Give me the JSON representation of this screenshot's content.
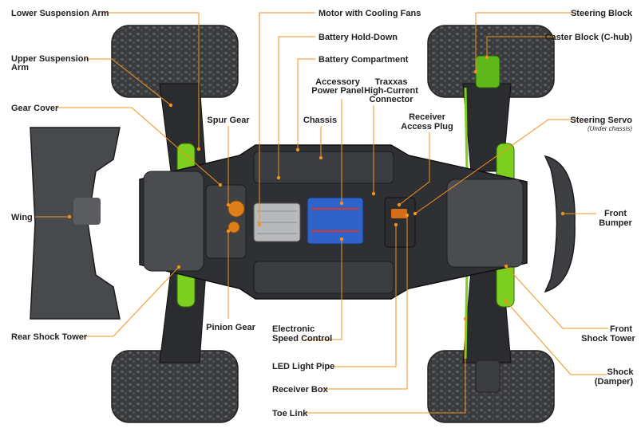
{
  "colors": {
    "leader": "#f0931e",
    "label_text": "#231f20",
    "body": "#2e3033",
    "tire": "#3a3b3d",
    "accent_green": "#7ccf1e",
    "battery_blue": "#2f63c9"
  },
  "labels": {
    "lower_suspension_arm": "Lower Suspension Arm",
    "upper_suspension_arm_1": "Upper Suspension",
    "upper_suspension_arm_2": "Arm",
    "gear_cover": "Gear Cover",
    "wing": "Wing",
    "rear_shock_tower": "Rear Shock Tower",
    "spur_gear": "Spur Gear",
    "pinion_gear": "Pinion Gear",
    "motor_with_cooling_fans": "Motor with Cooling Fans",
    "battery_hold_down": "Battery Hold-Down",
    "battery_compartment": "Battery Compartment",
    "accessory_power_panel_1": "Accessory",
    "accessory_power_panel_2": "Power Panel",
    "traxxas_connector_1": "Traxxas",
    "traxxas_connector_2": "High-Current",
    "traxxas_connector_3": "Connector",
    "chassis": "Chassis",
    "receiver_access_plug_1": "Receiver",
    "receiver_access_plug_2": "Access Plug",
    "electronic_speed_control_1": "Electronic",
    "electronic_speed_control_2": "Speed Control",
    "led_light_pipe": "LED Light Pipe",
    "receiver_box": "Receiver Box",
    "toe_link": "Toe Link",
    "steering_block": "Steering Block",
    "caster_block": "Caster Block (C-hub)",
    "steering_servo": "Steering Servo",
    "steering_servo_note": "(Under chassis)",
    "front_bumper_1": "Front",
    "front_bumper_2": "Bumper",
    "front_shock_tower_1": "Front",
    "front_shock_tower_2": "Shock Tower",
    "shock_1": "Shock",
    "shock_2": "(Damper)"
  }
}
